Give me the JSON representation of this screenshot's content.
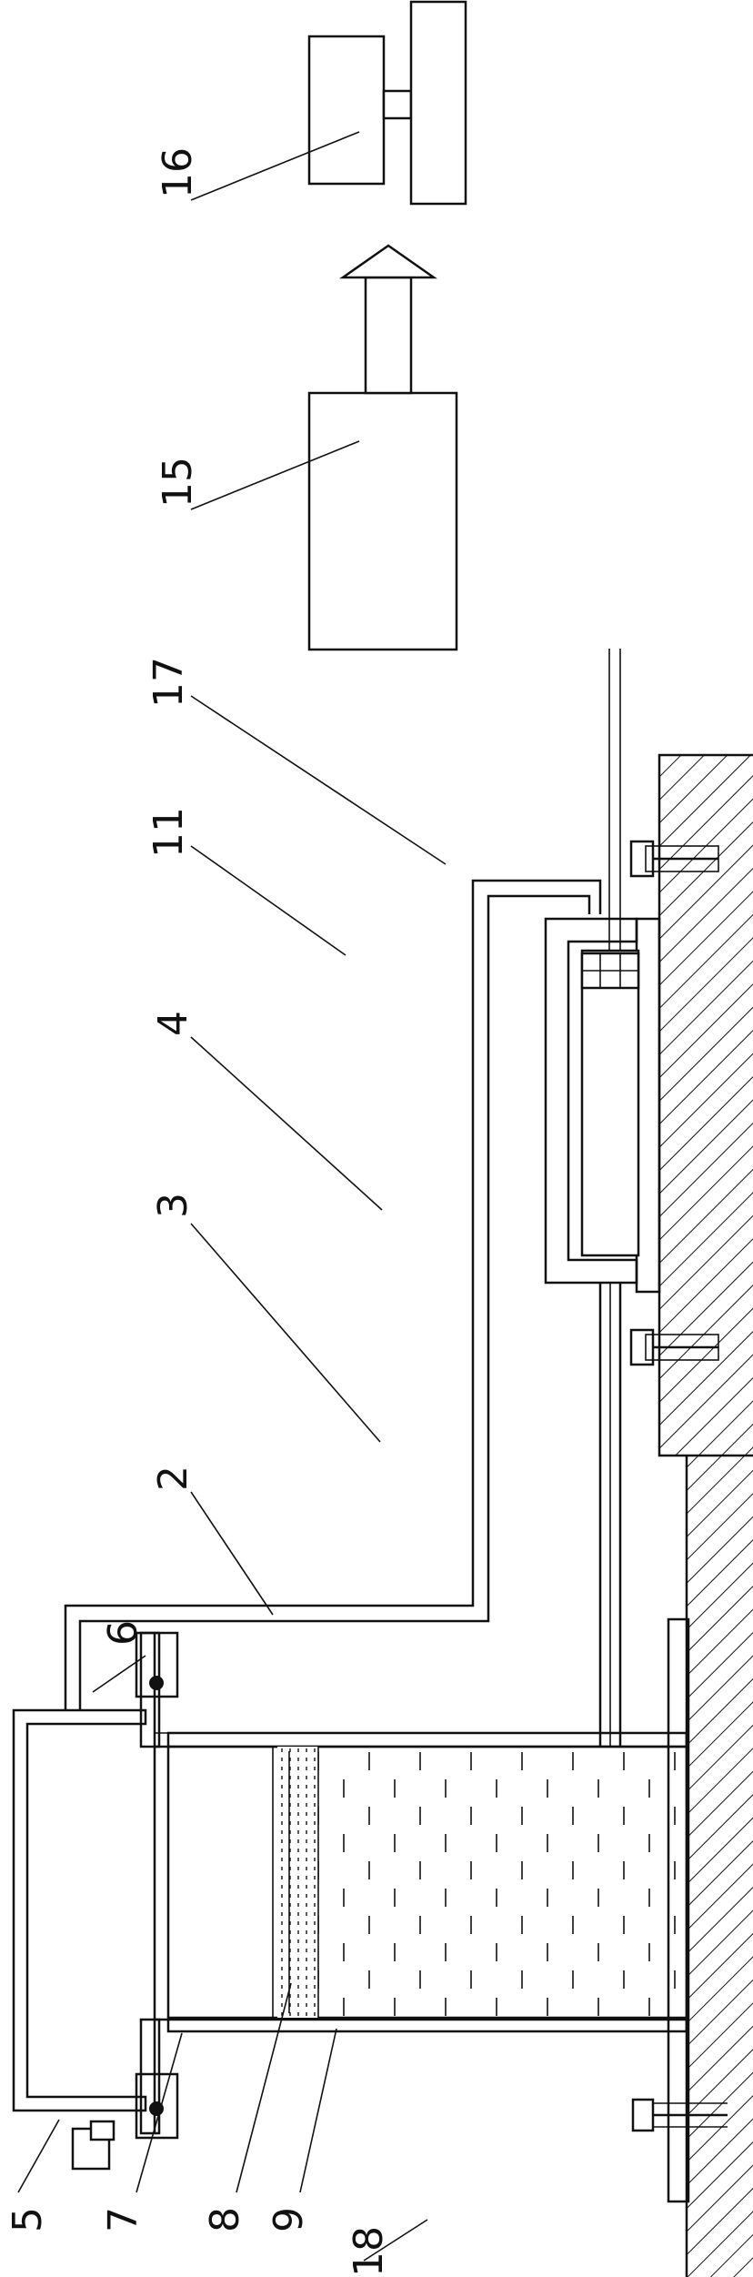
{
  "labels": {
    "l2": "2",
    "l3": "3",
    "l4": "4",
    "l5": "5",
    "l6": "6",
    "l7": "7",
    "l8": "8",
    "l9": "9",
    "l11": "11",
    "l15": "15",
    "l16": "16",
    "l17": "17",
    "l18": "18"
  }
}
